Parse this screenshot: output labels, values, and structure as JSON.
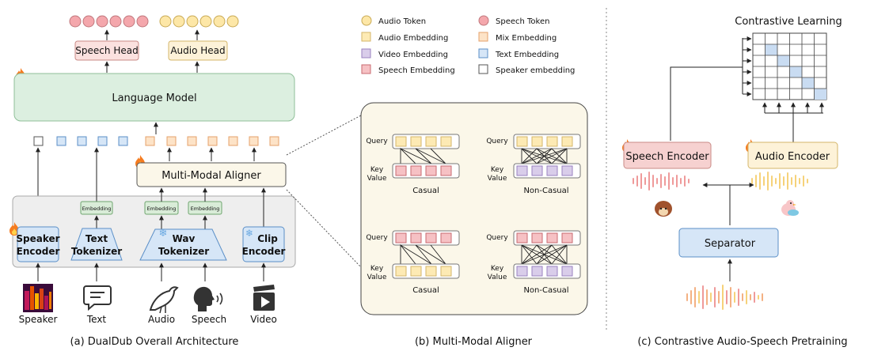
{
  "panel_a": {
    "caption": "(a) DualDub Overall Architecture",
    "speech_head": "Speech Head",
    "audio_head": "Audio Head",
    "language_model": "Language Model",
    "aligner": "Multi-Modal Aligner",
    "embedding": "Embedding",
    "speaker_encoder": [
      "Speaker",
      "Encoder"
    ],
    "text_tokenizer": [
      "Text",
      "Tokenizer"
    ],
    "wav_tokenizer": [
      "Wav",
      "Tokenizer"
    ],
    "clip_encoder": [
      "Clip",
      "Encoder"
    ],
    "inputs": [
      "Speaker",
      "Text",
      "Audio",
      "Speech",
      "Video"
    ]
  },
  "legend": {
    "audio_token": "Audio Token",
    "speech_token": "Speech Token",
    "audio_embedding": "Audio Embedding",
    "mix_embedding": "Mix Embedding",
    "video_embedding": "Video Embedding",
    "text_embedding": "Text Embedding",
    "speech_embedding": "Speech Embedding",
    "speaker_embedding": "Speaker embedding"
  },
  "panel_b": {
    "caption": "(b) Multi-Modal Aligner",
    "query": "Query",
    "key": "Key",
    "value": "Value",
    "casual": "Casual",
    "non_casual": "Non-Casual"
  },
  "panel_c": {
    "caption": "(c) Contrastive Audio-Speech Pretraining",
    "title": "Contrastive Learning",
    "speech_encoder": "Speech Encoder",
    "audio_encoder": "Audio Encoder",
    "separator": "Separator"
  },
  "colors": {
    "speech_token": "#f4a7ac",
    "audio_token": "#fde7a7",
    "lm_fill": "#dcefe0",
    "embed_fill": "#d9ecd8",
    "blue_fill": "#d6e6f7",
    "mix_fill": "#fde3c7",
    "video_fill": "#d9cdea",
    "speech_emb_fill": "#f6c1c4",
    "panel_bg": "#fbf7e9"
  }
}
